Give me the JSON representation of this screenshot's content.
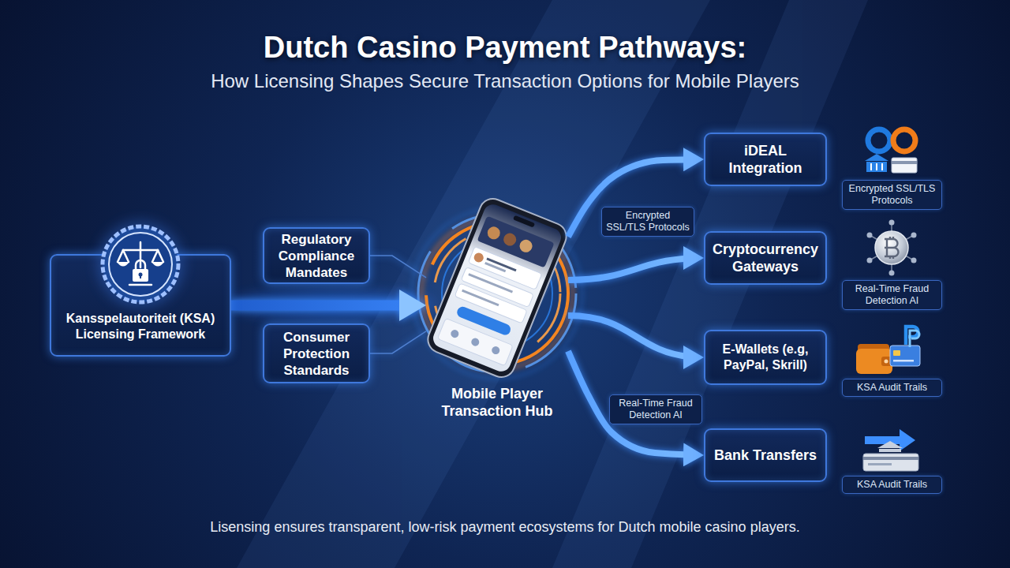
{
  "diagram": {
    "title": "Dutch Casino Payment Pathways:",
    "caption": "Lisensing ensures transparent, low-risk payment ecosystems for Dutch mobile casino players.",
    "nodes": [
      {
        "text": [
          "Kansspelautoriteit (KSA) Licensing Framework"
        ]
      },
      {
        "text": [
          "Regulatory Compliance Mandates"
        ]
      },
      {
        "text": [
          "Consumer Protection Standards"
        ]
      },
      {
        "text": [
          "Mobile Player Transaction Hub"
        ]
      },
      {
        "text": [
          "iDEAL Integration"
        ]
      },
      {
        "text": [
          "Cryptocurrency Gateways"
        ]
      },
      {
        "text": [
          "E-Wallets (e.g, PayPal, Skrill)"
        ]
      },
      {
        "text": [
          "Bank Transfers"
        ]
      },
      {
        "text": [
          "Encrypted SSL/TLS Protocols"
        ]
      },
      {
        "text": [
          "Real-Time Fraud Detection AI"
        ]
      },
      {
        "text": [
          "KSA Audit Trails"
        ]
      },
      {
        "text": [
          "KSA Audit Trails"
        ]
      }
    ],
    "edges": [
      {
        "from": 0,
        "to": 3,
        "arrow": "to"
      },
      {
        "from": 1,
        "to": 3,
        "arrow": "none"
      },
      {
        "from": 2,
        "to": 3,
        "arrow": "none"
      },
      {
        "from": 3,
        "to": 4,
        "arrow": "to",
        "label": "Encrypted SSL/TLS Protocols"
      },
      {
        "from": 3,
        "to": 5,
        "arrow": "to"
      },
      {
        "from": 3,
        "to": 6,
        "arrow": "to"
      },
      {
        "from": 3,
        "to": 7,
        "arrow": "to",
        "label": "Real-Time Fraud Detection AI"
      }
    ],
    "labels": [
      "How Licensing Shapes Secure Transaction Options for Mobile Players"
    ]
  }
}
